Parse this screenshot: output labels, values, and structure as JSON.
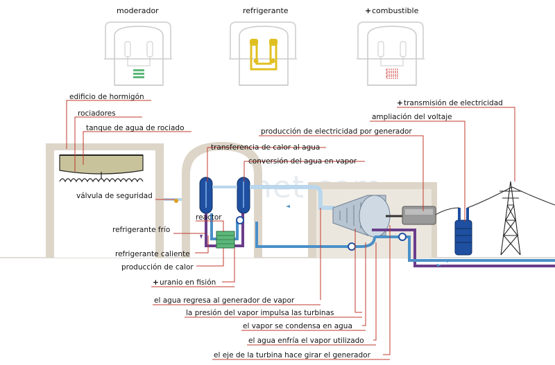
{
  "top_labels": {
    "moderador": "moderador",
    "refrigerante": "refrigerante",
    "combustible": "combustible",
    "plus": "+"
  },
  "watermark": "ikonet.com",
  "labels": {
    "edificio": "edificio de hormigón",
    "rociadores": "rociadores",
    "tanque": "tanque de agua de rociado",
    "valvula": "válvula de seguridad",
    "reactor": "reactor",
    "refrig_frio": "refrigerante frío",
    "refrig_caliente": "refrigerante caliente",
    "produccion_calor": "producción de calor",
    "uranio": "uranio en fisión",
    "transferencia": "transferencia de calor al agua",
    "conversion": "conversión del agua en vapor",
    "produccion_elec": "producción de electricidad por generador",
    "ampliacion": "ampliación del voltaje",
    "transmision": "transmisión de electricidad",
    "agua_regresa": "el agua regresa al generador de vapor",
    "presion": "la presión del vapor impulsa las turbinas",
    "condensa": "el vapor se condensa en agua",
    "enfria": "el agua enfría el vapor utilizado",
    "eje": "el eje de la turbina hace girar el generador"
  },
  "colors": {
    "leader": "#c0392b",
    "building": "#ddd5c8",
    "water_pipe": "#4a90c8",
    "hot_pipe": "#6a3d8a",
    "reactor_blue": "#1f4fa0",
    "moderator_green": "#5cb87a",
    "coolant_yellow": "#e0c020",
    "fuel_red": "#d04040"
  }
}
